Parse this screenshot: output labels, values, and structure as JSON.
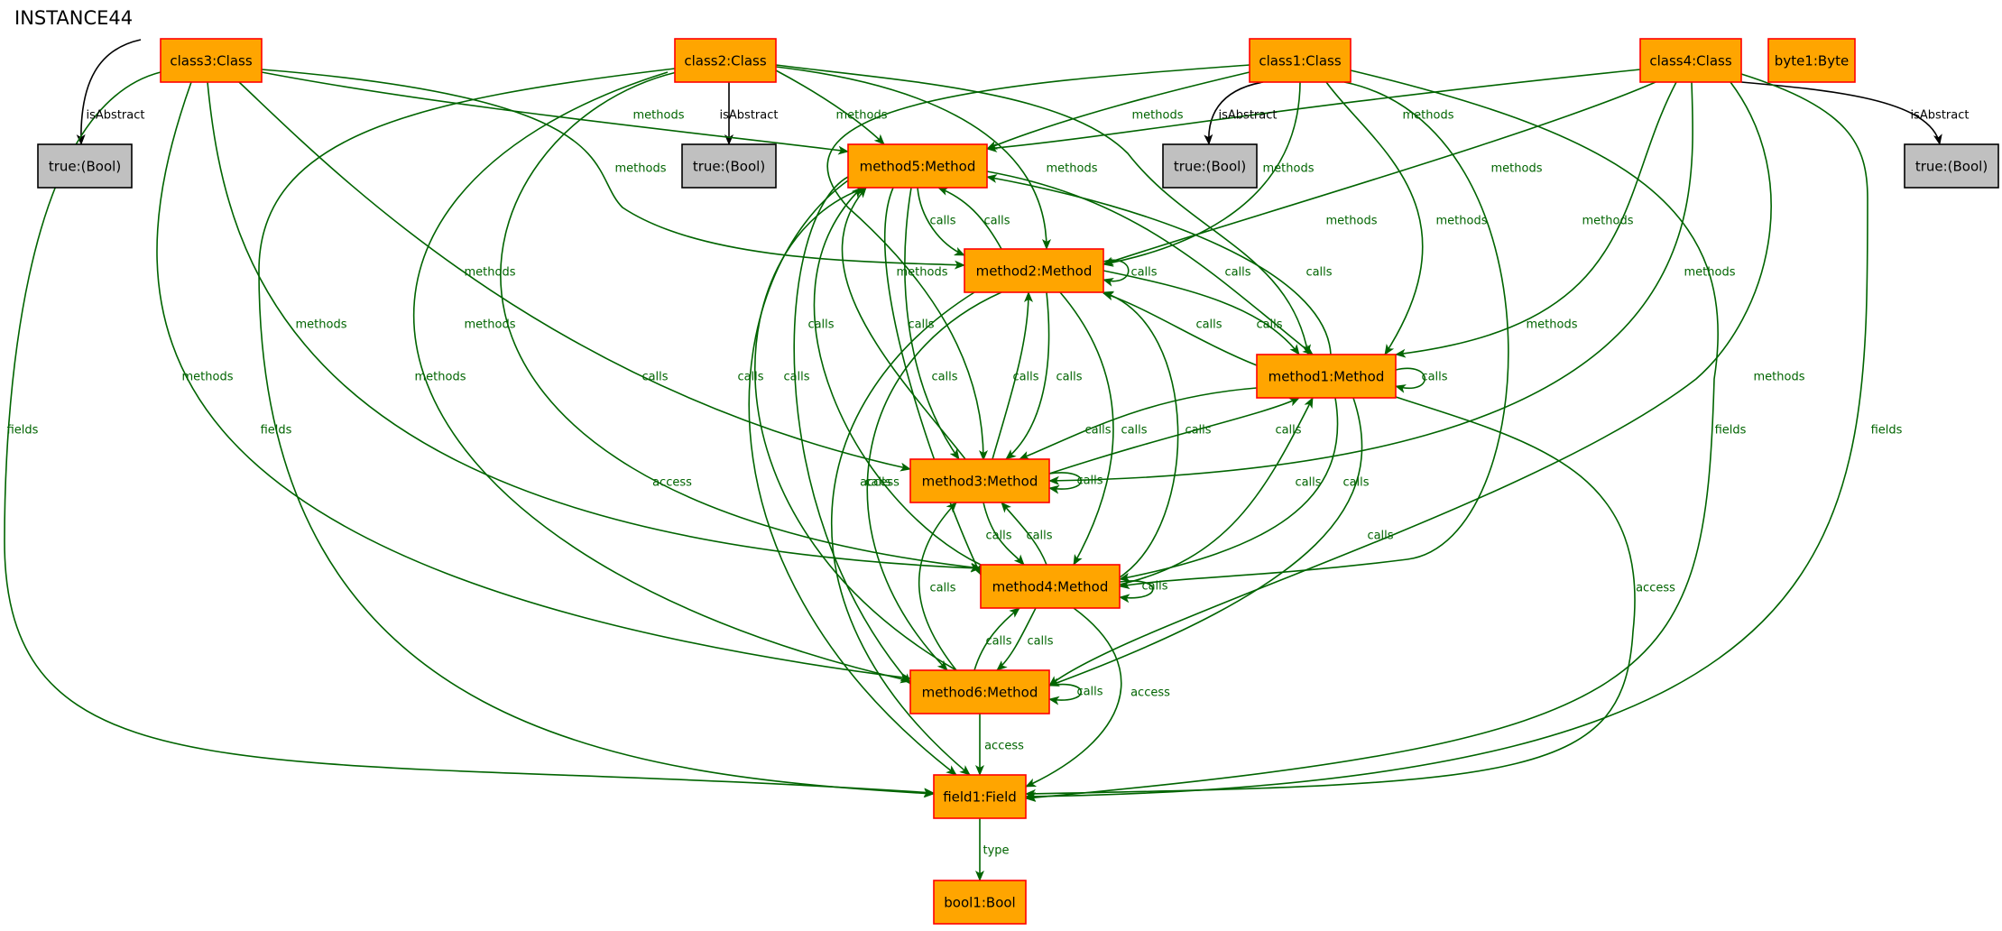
{
  "title": "INSTANCE44",
  "colors": {
    "object_fill": "#ffa500",
    "object_stroke": "#ff0000",
    "value_fill": "#c0c0c0",
    "value_stroke": "#000000",
    "edge": "#006400",
    "edge_label": "#006400",
    "abstract_edge": "#000000"
  },
  "nodes": [
    {
      "id": "class3",
      "label": "class3:Class",
      "kind": "object"
    },
    {
      "id": "class2",
      "label": "class2:Class",
      "kind": "object"
    },
    {
      "id": "class1",
      "label": "class1:Class",
      "kind": "object"
    },
    {
      "id": "class4",
      "label": "class4:Class",
      "kind": "object"
    },
    {
      "id": "byte1",
      "label": "byte1:Byte",
      "kind": "object"
    },
    {
      "id": "bool_c3",
      "label": "true:(Bool)",
      "kind": "value"
    },
    {
      "id": "bool_c2",
      "label": "true:(Bool)",
      "kind": "value"
    },
    {
      "id": "bool_c1",
      "label": "true:(Bool)",
      "kind": "value"
    },
    {
      "id": "bool_c4",
      "label": "true:(Bool)",
      "kind": "value"
    },
    {
      "id": "method5",
      "label": "method5:Method",
      "kind": "object"
    },
    {
      "id": "method2",
      "label": "method2:Method",
      "kind": "object"
    },
    {
      "id": "method1",
      "label": "method1:Method",
      "kind": "object"
    },
    {
      "id": "method3",
      "label": "method3:Method",
      "kind": "object"
    },
    {
      "id": "method4",
      "label": "method4:Method",
      "kind": "object"
    },
    {
      "id": "method6",
      "label": "method6:Method",
      "kind": "object"
    },
    {
      "id": "field1",
      "label": "field1:Field",
      "kind": "object"
    },
    {
      "id": "bool1",
      "label": "bool1:Bool",
      "kind": "object"
    }
  ],
  "edges": [
    {
      "from": "class3",
      "to": "bool_c3",
      "label": "isAbstract"
    },
    {
      "from": "class2",
      "to": "bool_c2",
      "label": "isAbstract"
    },
    {
      "from": "class1",
      "to": "bool_c1",
      "label": "isAbstract"
    },
    {
      "from": "class4",
      "to": "bool_c4",
      "label": "isAbstract"
    },
    {
      "from": "class3",
      "to": "method5",
      "label": "methods"
    },
    {
      "from": "class3",
      "to": "method2",
      "label": "methods"
    },
    {
      "from": "class3",
      "to": "method3",
      "label": "methods"
    },
    {
      "from": "class3",
      "to": "method4",
      "label": "methods"
    },
    {
      "from": "class3",
      "to": "method6",
      "label": "methods"
    },
    {
      "from": "class3",
      "to": "field1",
      "label": "fields"
    },
    {
      "from": "class2",
      "to": "method5",
      "label": "methods"
    },
    {
      "from": "class2",
      "to": "method2",
      "label": "methods"
    },
    {
      "from": "class2",
      "to": "method1",
      "label": "methods"
    },
    {
      "from": "class2",
      "to": "method4",
      "label": "methods"
    },
    {
      "from": "class2",
      "to": "method6",
      "label": "methods"
    },
    {
      "from": "class2",
      "to": "field1",
      "label": "fields"
    },
    {
      "from": "class1",
      "to": "method5",
      "label": "methods"
    },
    {
      "from": "class1",
      "to": "method2",
      "label": "methods"
    },
    {
      "from": "class1",
      "to": "method1",
      "label": "methods"
    },
    {
      "from": "class1",
      "to": "method3",
      "label": "methods"
    },
    {
      "from": "class1",
      "to": "method4",
      "label": "methods"
    },
    {
      "from": "class1",
      "to": "field1",
      "label": "fields"
    },
    {
      "from": "class4",
      "to": "method5",
      "label": "methods"
    },
    {
      "from": "class4",
      "to": "method2",
      "label": "methods"
    },
    {
      "from": "class4",
      "to": "method1",
      "label": "methods"
    },
    {
      "from": "class4",
      "to": "method3",
      "label": "methods"
    },
    {
      "from": "class4",
      "to": "method6",
      "label": "methods"
    },
    {
      "from": "class4",
      "to": "field1",
      "label": "fields"
    },
    {
      "from": "method5",
      "to": "method2",
      "label": "calls"
    },
    {
      "from": "method5",
      "to": "method1",
      "label": "calls"
    },
    {
      "from": "method5",
      "to": "method3",
      "label": "calls"
    },
    {
      "from": "method5",
      "to": "method4",
      "label": "calls"
    },
    {
      "from": "method5",
      "to": "method6",
      "label": "calls"
    },
    {
      "from": "method5",
      "to": "field1",
      "label": "access"
    },
    {
      "from": "method2",
      "to": "method2",
      "label": "calls"
    },
    {
      "from": "method2",
      "to": "method5",
      "label": "calls"
    },
    {
      "from": "method2",
      "to": "method1",
      "label": "calls"
    },
    {
      "from": "method2",
      "to": "method3",
      "label": "calls"
    },
    {
      "from": "method2",
      "to": "method4",
      "label": "calls"
    },
    {
      "from": "method2",
      "to": "method6",
      "label": "calls"
    },
    {
      "from": "method2",
      "to": "field1",
      "label": "access"
    },
    {
      "from": "method1",
      "to": "method1",
      "label": "calls"
    },
    {
      "from": "method1",
      "to": "method5",
      "label": "calls"
    },
    {
      "from": "method1",
      "to": "method2",
      "label": "calls"
    },
    {
      "from": "method1",
      "to": "method3",
      "label": "calls"
    },
    {
      "from": "method1",
      "to": "method4",
      "label": "calls"
    },
    {
      "from": "method1",
      "to": "method6",
      "label": "calls"
    },
    {
      "from": "method1",
      "to": "field1",
      "label": "access"
    },
    {
      "from": "method3",
      "to": "method3",
      "label": "calls"
    },
    {
      "from": "method3",
      "to": "method5",
      "label": "calls"
    },
    {
      "from": "method3",
      "to": "method2",
      "label": "calls"
    },
    {
      "from": "method3",
      "to": "method1",
      "label": "calls"
    },
    {
      "from": "method3",
      "to": "method4",
      "label": "calls"
    },
    {
      "from": "method4",
      "to": "method4",
      "label": "calls"
    },
    {
      "from": "method4",
      "to": "method5",
      "label": "calls"
    },
    {
      "from": "method4",
      "to": "method2",
      "label": "calls"
    },
    {
      "from": "method4",
      "to": "method1",
      "label": "calls"
    },
    {
      "from": "method4",
      "to": "method3",
      "label": "calls"
    },
    {
      "from": "method4",
      "to": "method6",
      "label": "calls"
    },
    {
      "from": "method4",
      "to": "field1",
      "label": "access"
    },
    {
      "from": "method6",
      "to": "method6",
      "label": "calls"
    },
    {
      "from": "method6",
      "to": "method5",
      "label": "calls"
    },
    {
      "from": "method6",
      "to": "method3",
      "label": "calls"
    },
    {
      "from": "method6",
      "to": "method4",
      "label": "calls"
    },
    {
      "from": "method6",
      "to": "field1",
      "label": "access"
    },
    {
      "from": "field1",
      "to": "bool1",
      "label": "type"
    }
  ]
}
